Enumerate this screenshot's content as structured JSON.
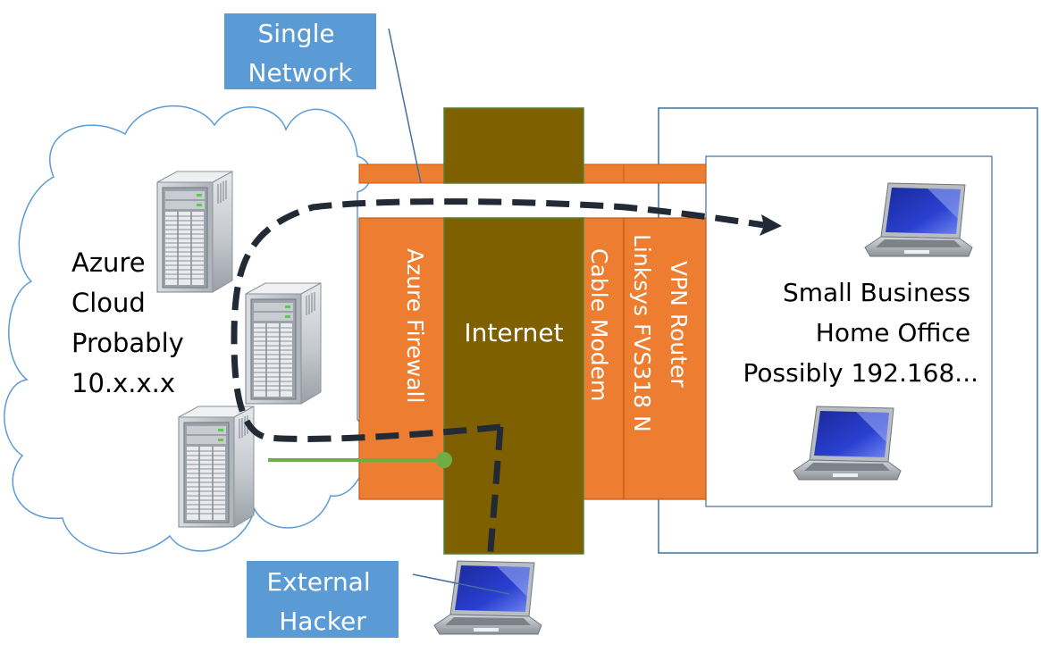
{
  "callouts": {
    "single_network": [
      "Single",
      "Network"
    ],
    "external_hacker": [
      "External",
      "Hacker"
    ]
  },
  "cloud": {
    "label_lines": [
      "Azure",
      "Cloud",
      "Probably",
      "10.x.x.x"
    ]
  },
  "layers": {
    "azure_firewall": "Azure Firewall",
    "internet": "Internet",
    "cable_modem": "Cable Modem",
    "linksys": "Linksys FVS318 N",
    "vpn_router": "VPN Router"
  },
  "office": {
    "label_lines": [
      "Small Business",
      "Home Office",
      "Possibly 192.168..."
    ]
  },
  "colors": {
    "callout_fill": "#5b9bd5",
    "cloud_stroke": "#5b9bd5",
    "firewall_fill": "#ed7d31",
    "firewall_stroke": "#c55a11",
    "internet_fill": "#7f6000",
    "internet_stroke": "#538135",
    "office_stroke": "#41719c",
    "dash_path": "#222a35",
    "green_link": "#70ad47"
  }
}
